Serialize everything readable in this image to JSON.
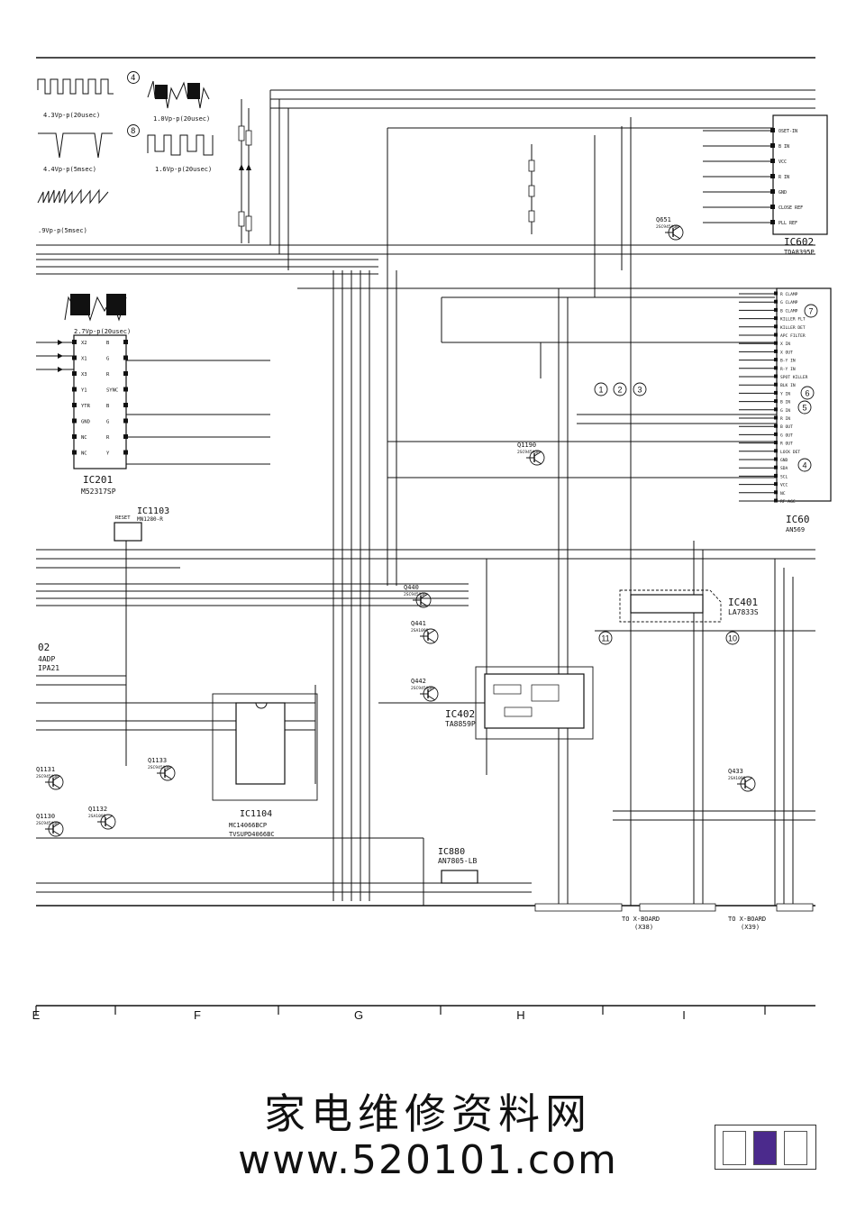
{
  "waveforms": [
    {
      "num": "",
      "caption": "4.3Vp-p(20usec)"
    },
    {
      "num": "",
      "caption": "4.4Vp-p(5msec)"
    },
    {
      "num": "",
      "caption": ".9Vp-p(5msec)"
    },
    {
      "num": "4",
      "caption": "1.0Vp-p(20usec)"
    },
    {
      "num": "8",
      "caption": "1.6Vp-p(20usec)"
    },
    {
      "num": "",
      "caption": "2.7Vp-p(20usec)"
    }
  ],
  "ics": [
    {
      "ref": "IC201",
      "part": "M52317SP"
    },
    {
      "ref": "IC1103",
      "part": "MN1280-R"
    },
    {
      "ref": "IC1104",
      "part": "MC14066BCP",
      "alt": "TVSUPD4066BC"
    },
    {
      "ref": "IC402",
      "part": "TA8859P"
    },
    {
      "ref": "IC401",
      "part": "LA7833S"
    },
    {
      "ref": "IC880",
      "part": "AN7805-LB"
    },
    {
      "ref": "IC602",
      "part": "TDA8395P"
    },
    {
      "ref": "IC60",
      "part": "AN569"
    }
  ],
  "ic201_pins": [
    "X2",
    "X1",
    "X3",
    "Y1",
    "YTR",
    "GND",
    "NC",
    "NC",
    "Y",
    "R",
    "G",
    "B",
    "SYNC",
    "R",
    "G",
    "B"
  ],
  "ic602_pins": [
    "OSET-IN",
    "B IN",
    "VCC",
    "R IN",
    "GND",
    "CLOSE REF",
    "PLL REF"
  ],
  "ic60_pins": [
    "R CLAMP",
    "G CLAMP",
    "B CLAMP",
    "KILLER FLT",
    "KILLER DET",
    "APC FILTER",
    "X IN",
    "X OUT",
    "B-Y IN",
    "R-Y IN",
    "SPOT KILLER",
    "BLK IN",
    "Y IN",
    "B IN",
    "G IN",
    "R IN",
    "B OUT",
    "G OUT",
    "R OUT",
    "LOCK DET",
    "GND",
    "SDA",
    "SCL",
    "VCC",
    "NC",
    "RF AGC"
  ],
  "transistors": [
    {
      "ref": "Q651",
      "part": "2SC945AQR"
    },
    {
      "ref": "Q1190",
      "part": "2SC945AQR"
    },
    {
      "ref": "Q440",
      "part": "2SC945AQR"
    },
    {
      "ref": "Q441",
      "part": "2SA1090"
    },
    {
      "ref": "Q442",
      "part": "2SC945AQR"
    },
    {
      "ref": "Q1131",
      "part": "2SC945AQR"
    },
    {
      "ref": "Q1133",
      "part": "2SC945AQR"
    },
    {
      "ref": "Q1132",
      "part": "2SA1090"
    },
    {
      "ref": "Q1130",
      "part": "2SC945AQR"
    },
    {
      "ref": "Q433",
      "part": "2SA1090"
    }
  ],
  "partial_labels": {
    "ic02_ref": "02",
    "ic02_part1": "4ADP",
    "ic02_part2": "IPA21",
    "ic1103_box": "RESET"
  },
  "callouts": [
    "1",
    "2",
    "3",
    "4",
    "5",
    "6",
    "7",
    "10",
    "11"
  ],
  "connectors": [
    {
      "label": "TO X-BOARD",
      "ref": "(X38)"
    },
    {
      "label": "TO X-BOARD",
      "ref": "(X39)"
    }
  ],
  "grid_labels": [
    "E",
    "F",
    "G",
    "H",
    "I"
  ],
  "footer": {
    "title": "家电维修资料网",
    "url": "www.520101.com"
  },
  "colors": {
    "ink": "#111111",
    "logo_accent": "#4b2a8c"
  }
}
